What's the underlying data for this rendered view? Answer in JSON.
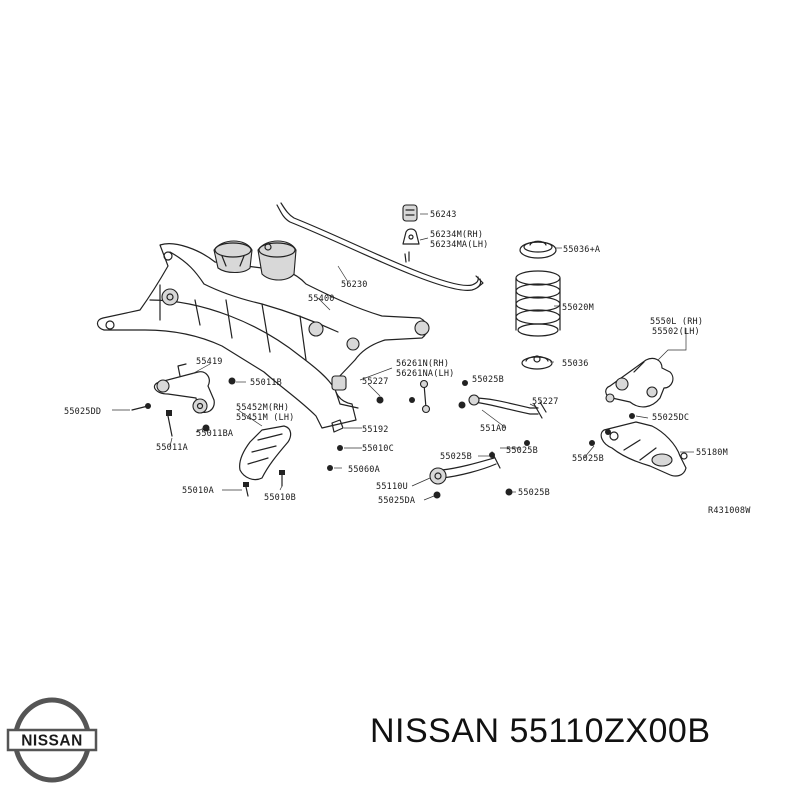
{
  "logo": {
    "text": "NISSAN"
  },
  "title": "NISSAN 55110ZX00B",
  "diagram_code": "R431008W",
  "callouts": [
    {
      "id": "56243",
      "text": "56243"
    },
    {
      "id": "56234m",
      "text": "56234M(RH)"
    },
    {
      "id": "56234ma",
      "text": "56234MA(LH)"
    },
    {
      "id": "55036a",
      "text": "55036+A"
    },
    {
      "id": "56230",
      "text": "56230"
    },
    {
      "id": "55020m",
      "text": "55020M"
    },
    {
      "id": "55400",
      "text": "55400"
    },
    {
      "id": "5550l",
      "text": "5550L (RH)"
    },
    {
      "id": "55502",
      "text": "55502(LH)"
    },
    {
      "id": "55419",
      "text": "55419"
    },
    {
      "id": "55036",
      "text": "55036"
    },
    {
      "id": "56261n",
      "text": "56261N(RH)"
    },
    {
      "id": "56261na",
      "text": "56261NA(LH)"
    },
    {
      "id": "55011b",
      "text": "55011B"
    },
    {
      "id": "55227a",
      "text": "55227"
    },
    {
      "id": "55025b1",
      "text": "55025B"
    },
    {
      "id": "55025dd",
      "text": "55025DD"
    },
    {
      "id": "55452m",
      "text": "55452M(RH)"
    },
    {
      "id": "55451m",
      "text": "55451M (LH)"
    },
    {
      "id": "55227b",
      "text": "55227"
    },
    {
      "id": "55025dc",
      "text": "55025DC"
    },
    {
      "id": "55011ba",
      "text": "55011BA"
    },
    {
      "id": "551a0",
      "text": "551A0"
    },
    {
      "id": "55011a",
      "text": "55011A"
    },
    {
      "id": "55192",
      "text": "55192"
    },
    {
      "id": "55025b2",
      "text": "55025B"
    },
    {
      "id": "55010c",
      "text": "55010C"
    },
    {
      "id": "55025b3",
      "text": "55025B"
    },
    {
      "id": "55025b4",
      "text": "55025B"
    },
    {
      "id": "55180m",
      "text": "55180M"
    },
    {
      "id": "55060a",
      "text": "55060A"
    },
    {
      "id": "55110u",
      "text": "55110U"
    },
    {
      "id": "55010a",
      "text": "55010A"
    },
    {
      "id": "55010b",
      "text": "55010B"
    },
    {
      "id": "55025b5",
      "text": "55025B"
    },
    {
      "id": "55025da",
      "text": "55025DA"
    }
  ]
}
